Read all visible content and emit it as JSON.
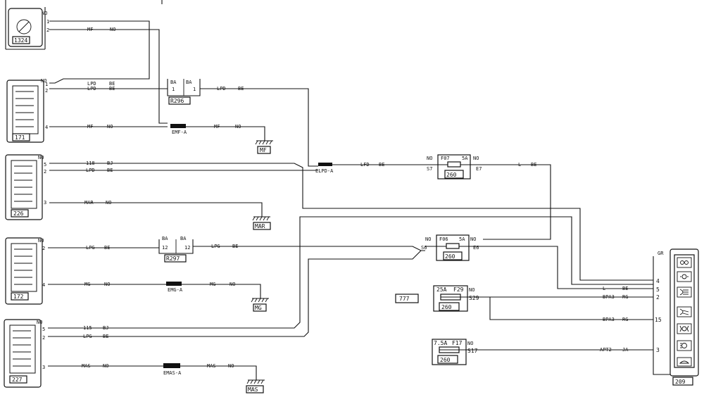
{
  "components": {
    "c1324": {
      "id": "1324",
      "pins": [
        "NO",
        "1",
        "2"
      ]
    },
    "c171": {
      "id": "171",
      "pins": [
        "NO",
        "1",
        "2",
        "4"
      ]
    },
    "c226": {
      "id": "226",
      "pins": [
        "NO",
        "5",
        "2",
        "3"
      ]
    },
    "c172": {
      "id": "172",
      "pins": [
        "NO",
        "2",
        "4"
      ]
    },
    "c227": {
      "id": "227",
      "pins": [
        "NO",
        "5",
        "2",
        "3"
      ]
    }
  },
  "connectors": {
    "r296": {
      "id": "R296",
      "left": "BA",
      "right": "BA",
      "pin_left": "1",
      "pin_right": "1"
    },
    "r297": {
      "id": "R297",
      "left": "BA",
      "right": "BA",
      "pin_left": "12",
      "pin_right": "12"
    }
  },
  "splices": {
    "emf": "EMF-A",
    "elpd": "ELPD-A",
    "emg": "EMG-A",
    "emas": "EMAS-A"
  },
  "grounds": {
    "mf": "MF",
    "mar": "MAR",
    "mg": "MG",
    "mas": "MAS"
  },
  "fuses": {
    "f07": {
      "name": "F07",
      "rating": "5A",
      "in_pin": "S7",
      "out_pin": "E7",
      "in_code": "NO",
      "out_code": "NO",
      "box": "260"
    },
    "f06": {
      "name": "F06",
      "rating": "5A",
      "in_pin": "S6",
      "out_pin": "E6",
      "in_code": "NO",
      "out_code": "NO",
      "box": "260"
    },
    "f29": {
      "name": "F29",
      "rating": "25A",
      "pin": "S29",
      "code": "NO",
      "box": "260"
    },
    "f17": {
      "name": "F17",
      "rating": "7.5A",
      "pin": "S17",
      "code": "NO",
      "box": "260"
    }
  },
  "tag_777": "777",
  "switch_panel": {
    "id": "209",
    "code": "GR",
    "pins": [
      "4",
      "5",
      "2",
      "15",
      "3"
    ]
  },
  "wires": {
    "mf": "MF",
    "no": "NO",
    "lpd": "LPD",
    "be": "BE",
    "lfd": "LFD",
    "s118": "118",
    "bj": "BJ",
    "mar": "MAR",
    "lpg": "LPG",
    "mg": "MG",
    "s115": "115",
    "mas": "MAS",
    "l": "L",
    "bpa3": "BPA3",
    "rg": "RG",
    "apt2": "APT2",
    "ja": "JA"
  }
}
